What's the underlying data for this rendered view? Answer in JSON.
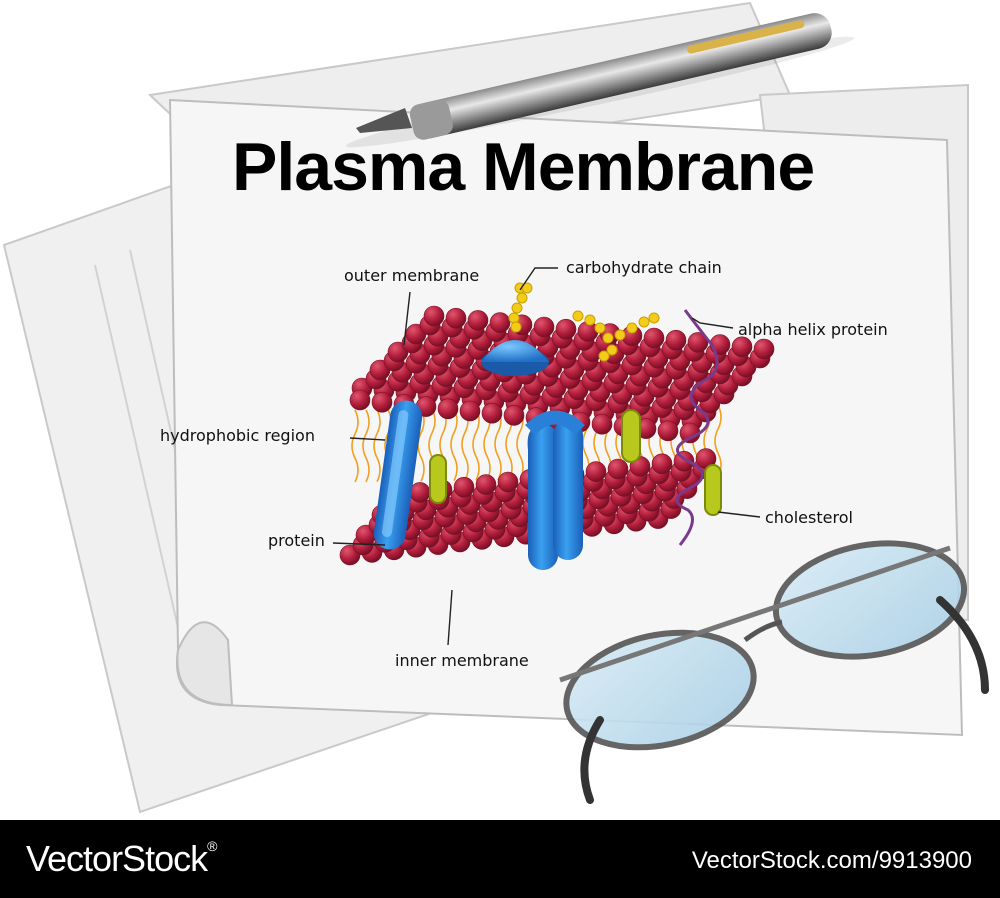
{
  "title": "Plasma Membrane",
  "labels": {
    "outer_membrane": "outer membrane",
    "carbohydrate_chain": "carbohydrate chain",
    "alpha_helix_protein": "alpha helix protein",
    "hydrophobic_region": "hydrophobic region",
    "protein": "protein",
    "cholesterol": "cholesterol",
    "inner_membrane": "inner membrane"
  },
  "watermark": {
    "brand": "VectorStock",
    "reg": "®",
    "credit": "VectorStock.com/9913900"
  },
  "colors": {
    "phospholipid_head": "#b21e3c",
    "tail": "#f0a020",
    "channel_protein": "#1f7fd6",
    "cholesterol": "#b8c81c",
    "carbohydrate": "#f2cc18",
    "helix": "#7a3a8c"
  }
}
